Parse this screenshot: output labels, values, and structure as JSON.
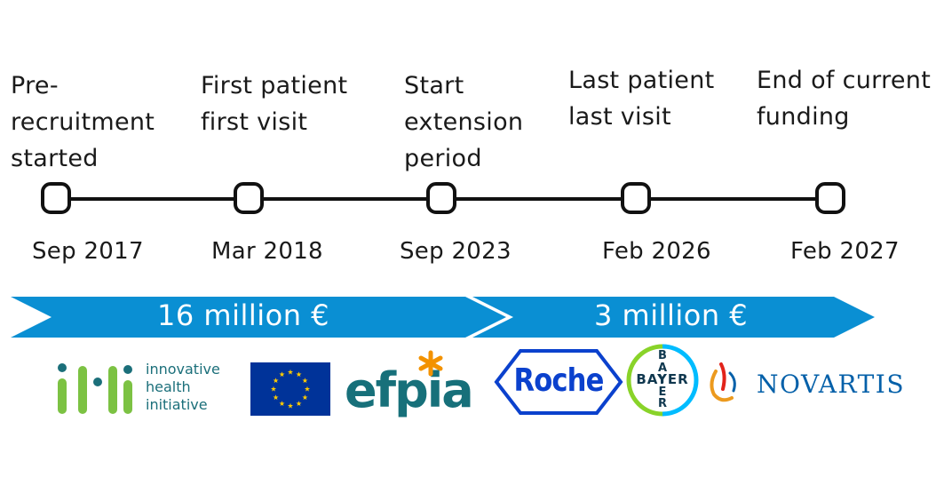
{
  "milestones": [
    {
      "label": "Pre-\nrecruitment\nstarted",
      "date": "Sep 2017"
    },
    {
      "label": "First patient\n first visit",
      "date": "Mar 2018"
    },
    {
      "label": "Start\nextension\nperiod",
      "date": "Sep 2023"
    },
    {
      "label": "Last patient\nlast visit",
      "date": "Feb 2026"
    },
    {
      "label": "End of current\nfunding",
      "date": "Feb 2027"
    }
  ],
  "funding": [
    {
      "amount": "16 million €"
    },
    {
      "amount": "3 million €"
    }
  ],
  "logos": {
    "ihi": {
      "mark": "ihi",
      "text": "innovative\nhealth\ninitiative"
    },
    "eu_flag": {
      "name": "eu-flag-icon"
    },
    "efpia": {
      "text": "efpia"
    },
    "roche": {
      "text": "Roche"
    },
    "bayer": {
      "text": "BAYER"
    },
    "novartis": {
      "text": "NOVARTIS"
    }
  },
  "colors": {
    "funding_bar": "#0a8fd3",
    "ihi_green": "#7cc243",
    "ihi_teal": "#1b6f7a",
    "eu_blue": "#003399",
    "eu_gold": "#ffcc00",
    "efpia_teal": "#17707a",
    "efpia_orange": "#f39200",
    "roche_blue": "#0b41cd",
    "bayer_blue": "#10384f",
    "bayer_green": "#89d329",
    "bayer_cyan": "#00bcff",
    "novartis_blue": "#0460a9",
    "novartis_orange": "#ec9a1e"
  }
}
